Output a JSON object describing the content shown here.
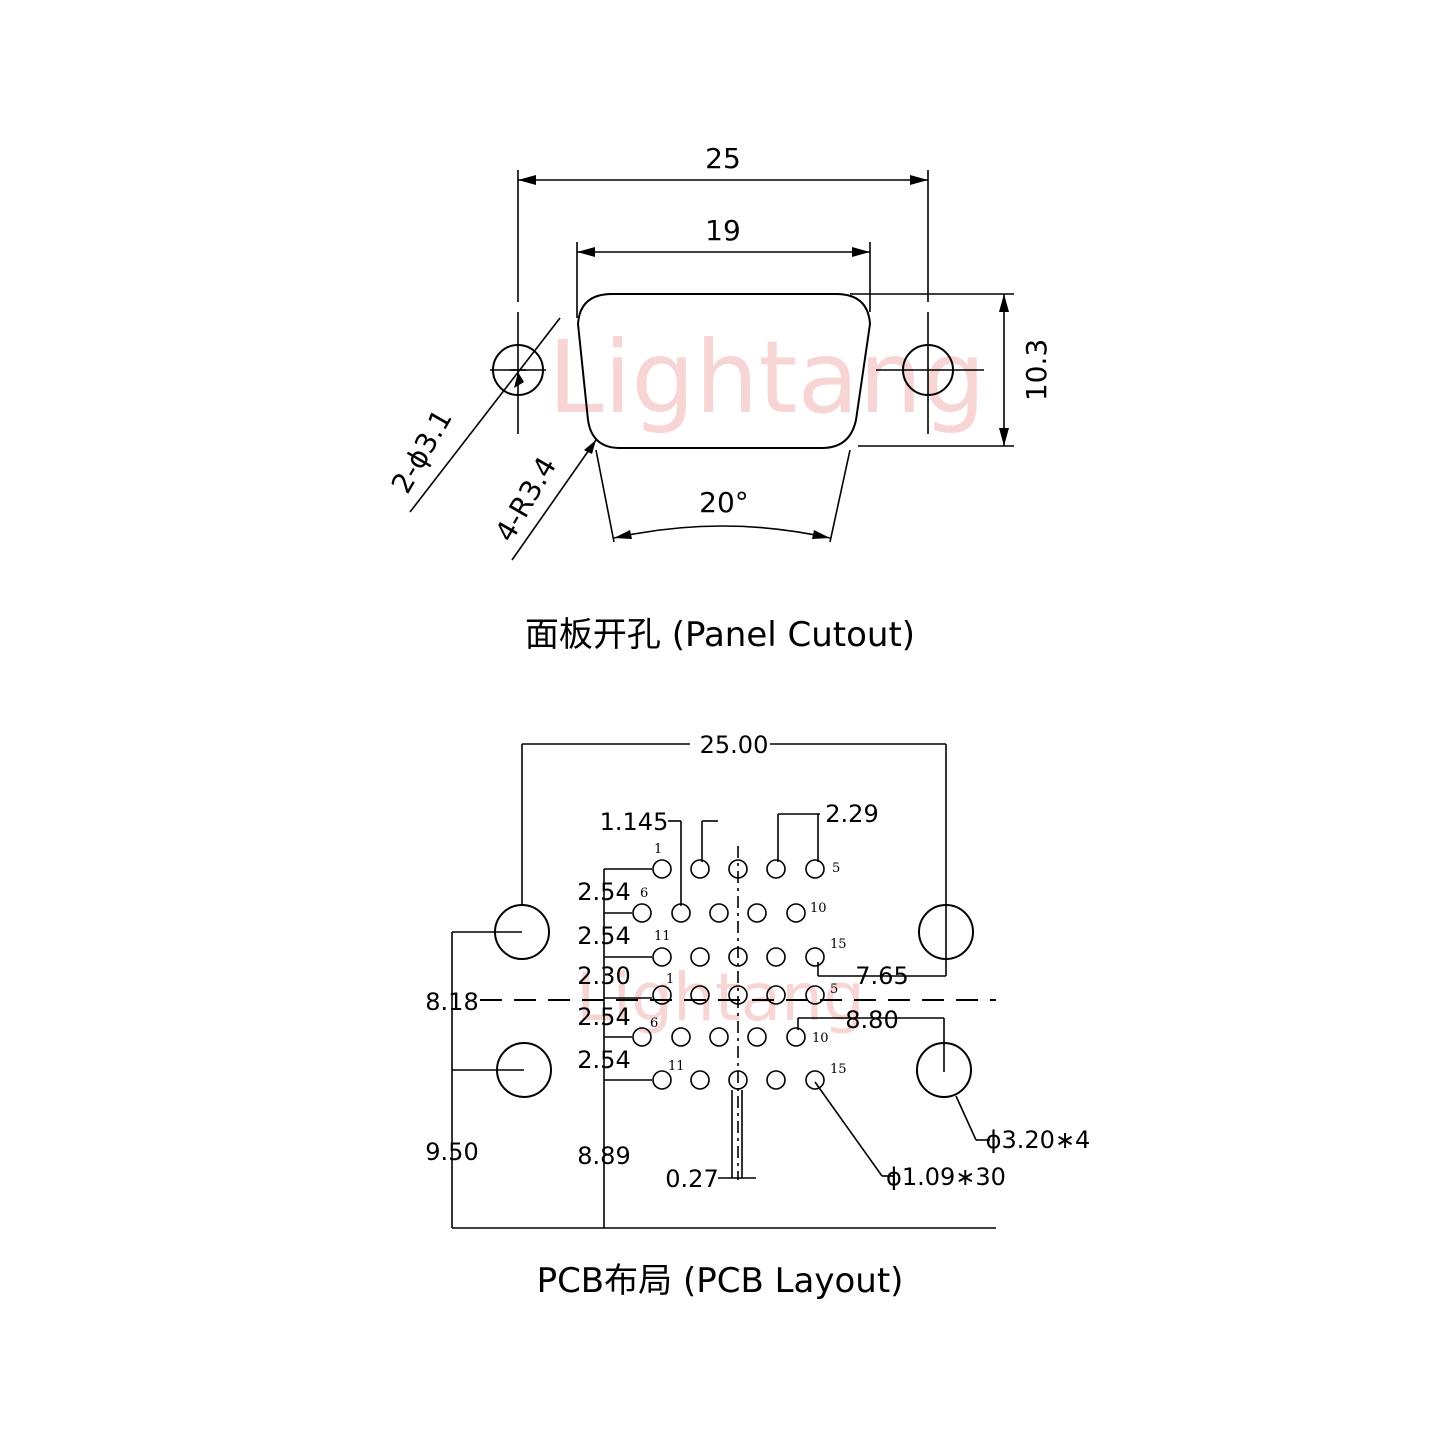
{
  "panel_cutout": {
    "caption": "面板开孔 (Panel Cutout)",
    "dim_overall_width": "25",
    "dim_opening_width": "19",
    "dim_height": "10.3",
    "dim_mount_holes": "2-ϕ3.1",
    "dim_corner_radius": "4-R3.4",
    "dim_angle": "20°",
    "watermark": "Lightang"
  },
  "pcb_layout": {
    "caption": "PCB布局 (PCB Layout)",
    "dim_overall_width": "25.00",
    "dim_pin_offset": "1.145",
    "dim_pin_pitch_x": "2.29",
    "dim_row_pitch_1": "2.54",
    "dim_row_pitch_2": "2.54",
    "dim_row_gap": "2.30",
    "dim_row_pitch_3": "2.54",
    "dim_row_pitch_4": "2.54",
    "dim_center_to_upper_hole": "7.65",
    "dim_center_to_lower_hole": "8.80",
    "dim_center_from_edge": "8.18",
    "dim_lower_hole_from_edge": "9.50",
    "dim_pins_from_edge": "8.89",
    "dim_offset": "0.27",
    "dim_mount_hole_dia": "ϕ3.20∗4",
    "dim_pin_hole_dia": "ϕ1.09∗30",
    "watermark": "Lightang",
    "pin_labels": {
      "upper_p1": "1",
      "upper_p5": "5",
      "upper_p6": "6",
      "upper_p10": "10",
      "upper_p11": "11",
      "upper_p15": "15",
      "lower_p1": "1",
      "lower_p5": "5",
      "lower_p6": "6",
      "lower_p10": "10",
      "lower_p11": "11",
      "lower_p15": "15"
    }
  }
}
